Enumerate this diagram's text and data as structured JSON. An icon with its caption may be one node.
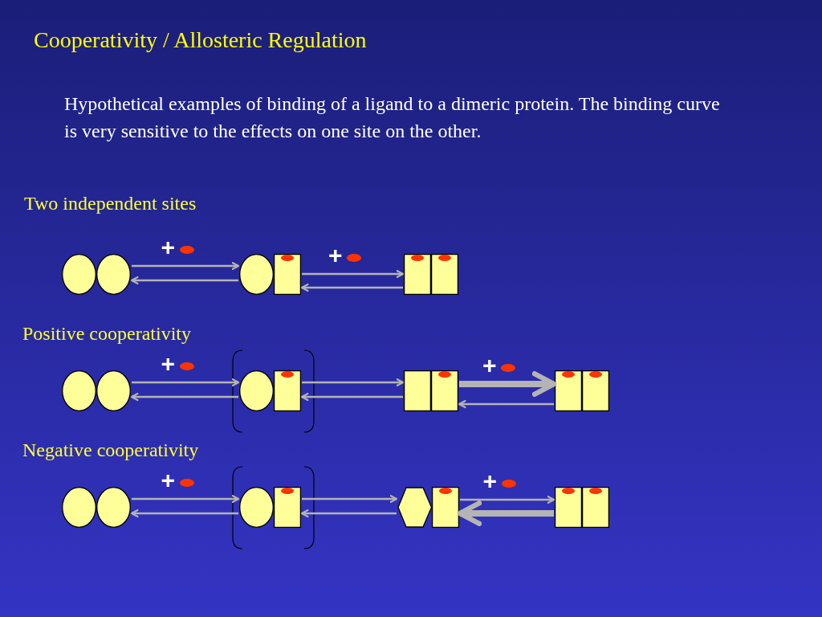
{
  "diagram": {
    "title": "Cooperativity / Allosteric Regulation",
    "nodes": [
      {
        "text": [],
        "shape": "dimer"
      },
      {
        "text": [],
        "shape": "dimer"
      },
      {
        "text": [],
        "shape": "dimer"
      },
      {
        "text": [],
        "shape": "dimer"
      },
      {
        "text": [],
        "shape": "dimer"
      },
      {
        "text": [],
        "shape": "dimer"
      },
      {
        "text": [],
        "shape": "dimer"
      },
      {
        "text": [],
        "shape": "dimer"
      },
      {
        "text": [],
        "shape": "dimer"
      },
      {
        "text": [],
        "shape": "dimer"
      },
      {
        "text": [],
        "shape": "dimer"
      }
    ],
    "edges": [
      {
        "from": 0,
        "to": 1,
        "arrow": "to",
        "label": "+"
      },
      {
        "from": 1,
        "to": 0,
        "arrow": "to"
      },
      {
        "from": 1,
        "to": 2,
        "arrow": "to",
        "label": "+"
      },
      {
        "from": 2,
        "to": 1,
        "arrow": "to"
      },
      {
        "from": 3,
        "to": 4,
        "arrow": "to",
        "label": "+"
      },
      {
        "from": 4,
        "to": 3,
        "arrow": "to"
      },
      {
        "from": 4,
        "to": 5,
        "arrow": "to"
      },
      {
        "from": 5,
        "to": 4,
        "arrow": "to"
      },
      {
        "from": 5,
        "to": 6,
        "arrow": "to",
        "label": "+",
        "style": "thick"
      },
      {
        "from": 6,
        "to": 5,
        "arrow": "to"
      },
      {
        "from": 7,
        "to": 8,
        "arrow": "to",
        "label": "+"
      },
      {
        "from": 8,
        "to": 7,
        "arrow": "to"
      },
      {
        "from": 8,
        "to": 9,
        "arrow": "to"
      },
      {
        "from": 9,
        "to": 8,
        "arrow": "to"
      },
      {
        "from": 9,
        "to": 10,
        "arrow": "to",
        "label": "+"
      },
      {
        "from": 10,
        "to": 9,
        "arrow": "to",
        "style": "thick"
      }
    ],
    "labels": [
      "Hypothetical examples of binding of a ligand to a dimeric protein. The binding curve is very sensitive to the effects on one site on the other.",
      "Two independent sites",
      "Positive cooperativity",
      "Negative cooperativity"
    ]
  }
}
